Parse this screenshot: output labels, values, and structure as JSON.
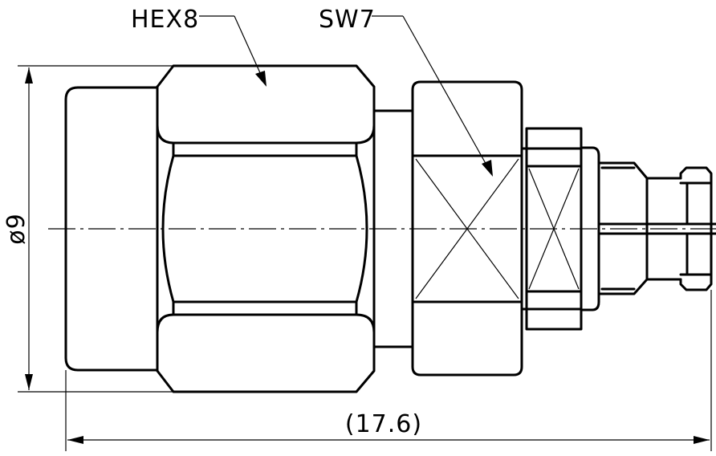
{
  "callouts": {
    "hex_label": "HEX8",
    "sw_label": "SW7"
  },
  "dimensions": {
    "diameter_label": "ø9",
    "length_label": "(17.6)"
  },
  "colors": {
    "line": "#000000",
    "background": "#ffffff"
  }
}
